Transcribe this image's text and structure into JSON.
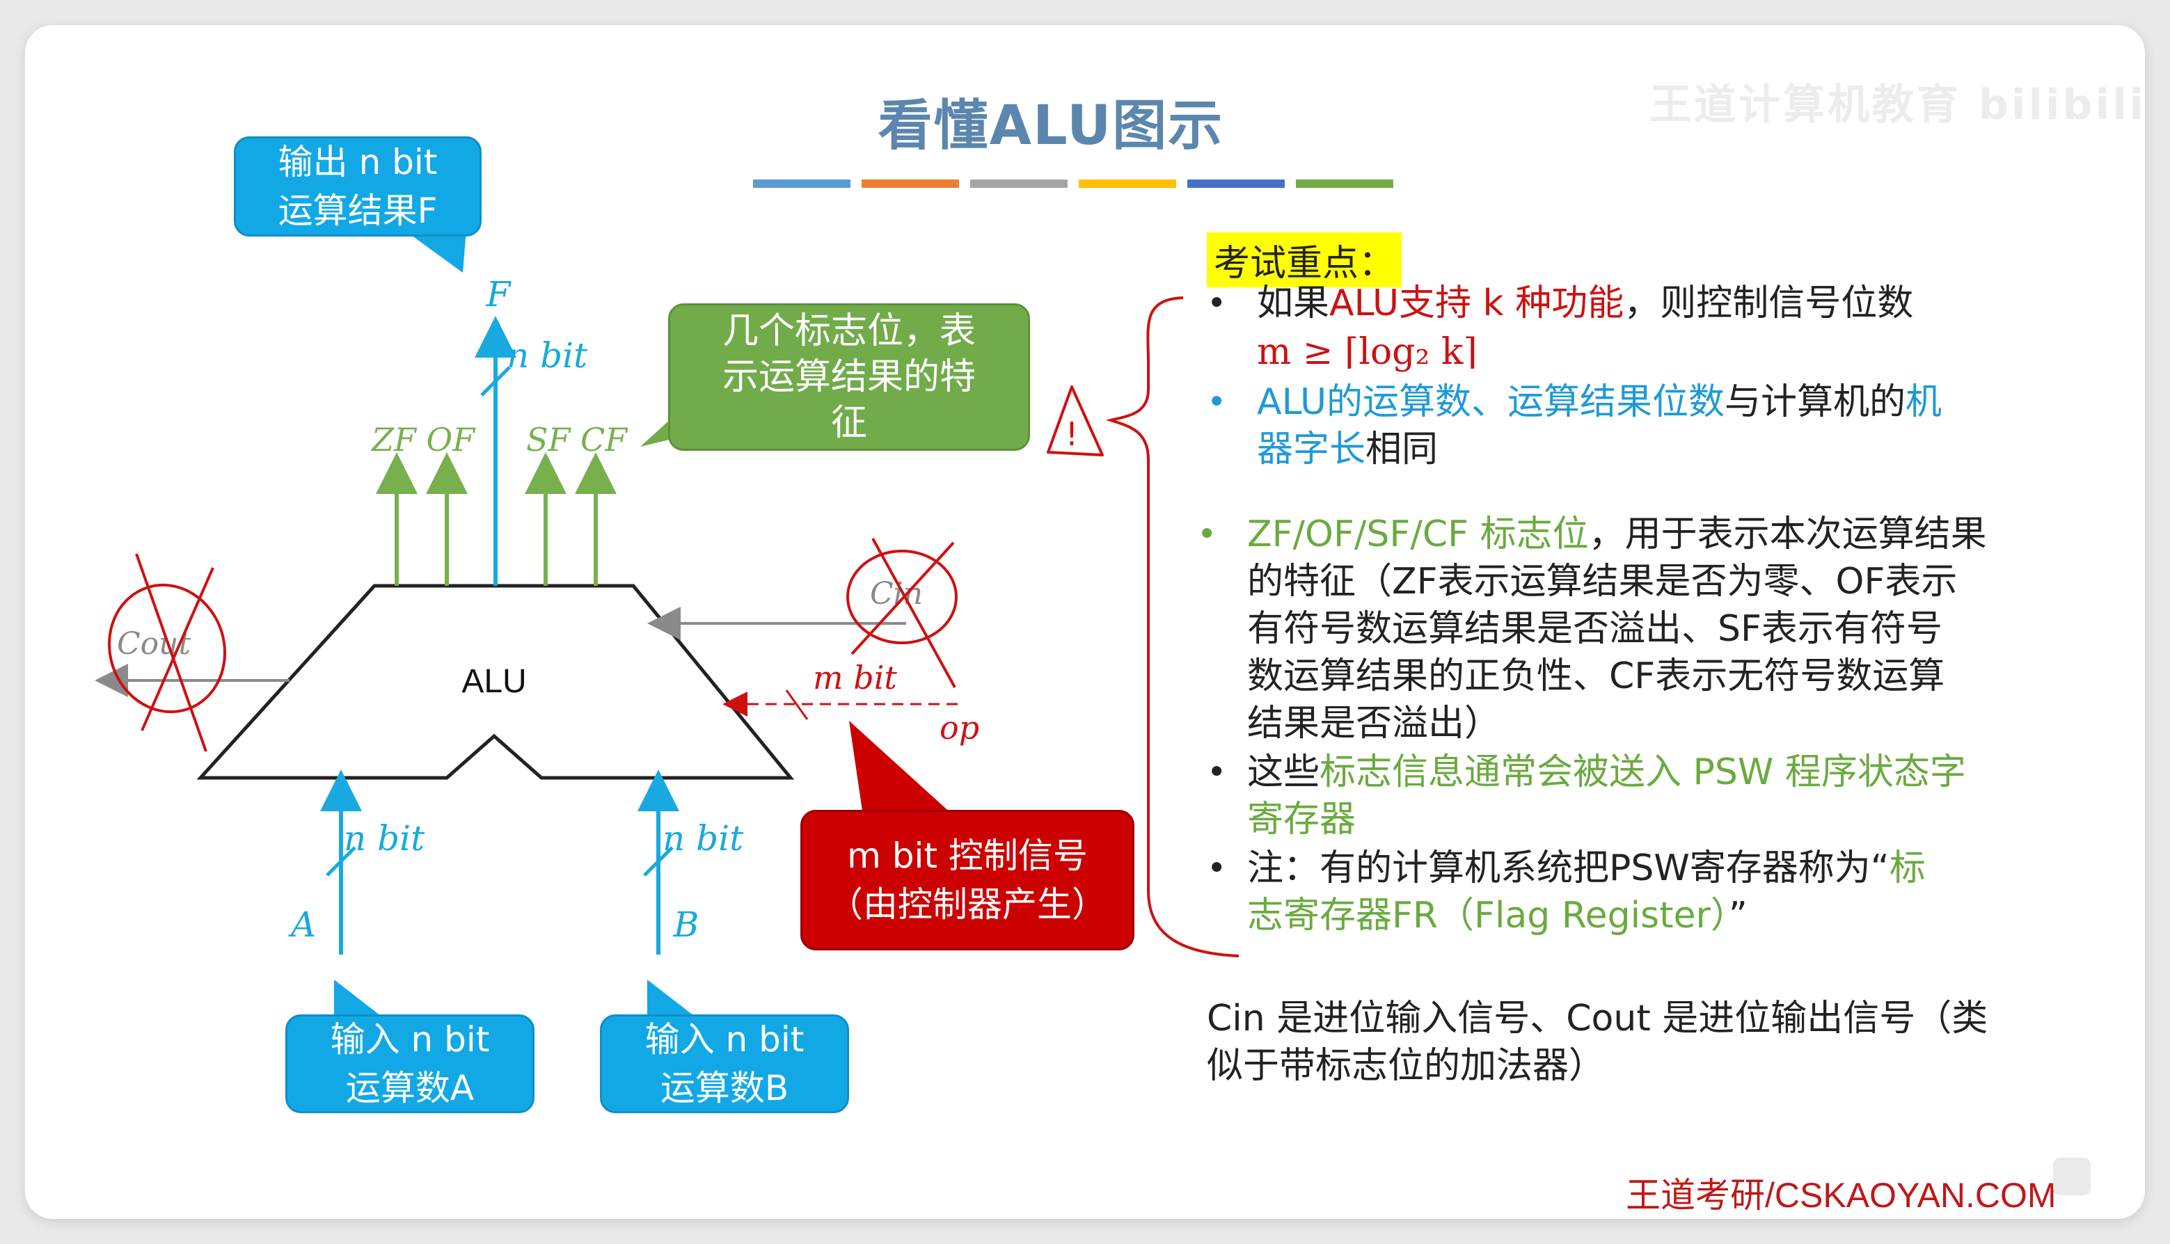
{
  "title": "看懂ALU图示",
  "watermark": "王道计算机教育 bilibili",
  "colors": {
    "title": "#5b86ad",
    "blue_bubble": "#12a8e6",
    "green_bubble": "#72ab4a",
    "red_bubble": "#cc0000",
    "arrow_blue": "#18a9e0",
    "arrow_green": "#78b04e",
    "highlight": "#ffff00",
    "annotation_red": "#d01010",
    "bars": [
      "#5b9bd5",
      "#ed7d31",
      "#a5a5a5",
      "#ffc000",
      "#4472c4",
      "#70ad47"
    ]
  },
  "diagram": {
    "alu_label": "ALU",
    "output_label": "F",
    "output_bits": "n bit",
    "flags_left": "ZF OF",
    "flags_right": "SF CF",
    "input_a_label": "A",
    "input_a_bits": "n bit",
    "input_b_label": "B",
    "input_b_bits": "n bit",
    "cout_label": "Cout",
    "cin_label": "Cin",
    "ctrl_bits": "m bit",
    "op_label": "op",
    "exclaim": "!"
  },
  "bubbles": {
    "output": [
      "输出 n bit",
      "运算结果F"
    ],
    "flags": [
      "几个标志位，表",
      "示运算结果的特",
      "征"
    ],
    "input_a": [
      "输入 n bit",
      "运算数A"
    ],
    "input_b": [
      "输入 n bit",
      "运算数B"
    ],
    "control": [
      "m bit 控制信号",
      "（由控制器产生）"
    ]
  },
  "exam_label": "考试重点：",
  "points": {
    "p1a_1": "如果",
    "p1a_2": "ALU支持 k 种功能",
    "p1a_3": "，则控制信号位数",
    "p1b": "m ≥ ⌈log₂ k⌉",
    "p2a_1": "ALU的运算数、运算结果位数",
    "p2a_2": "与计算机的",
    "p2a_3": "机",
    "p2b_1": "器字长",
    "p2b_2": "相同",
    "p3_1": "ZF/OF/SF/CF 标志位",
    "p3_2": "，用于表示本次运算结果",
    "p3_l2": "的特征（ZF表示运算结果是否为零、OF表示",
    "p3_l3": "有符号数运算结果是否溢出、SF表示有符号",
    "p3_l4": "数运算结果的正负性、CF表示无符号数运算",
    "p3_l5": "结果是否溢出）",
    "p4_1": "这些",
    "p4_2": "标志信息通常会被送入 PSW 程序状态字",
    "p4_l2": "寄存器",
    "p5_1": "注：有的计算机系统把PSW寄存器称为“",
    "p5_2": "标",
    "p5_l2a": "志寄存器FR（Flag Register）",
    "p5_l2b": "”"
  },
  "note": [
    "Cin 是进位输入信号、Cout 是进位输出信号（类",
    "似于带标志位的加法器）"
  ],
  "footer": "王道考研/CSKAOYAN.COM"
}
